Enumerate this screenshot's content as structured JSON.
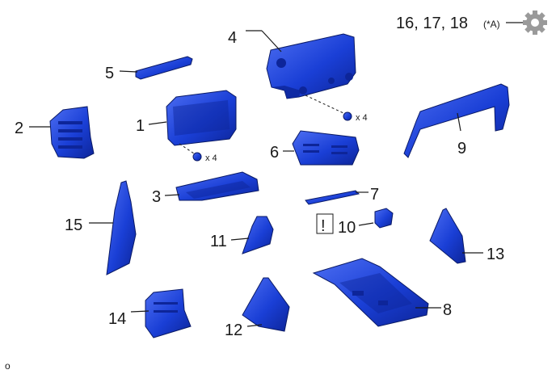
{
  "header": {
    "option_numbers": "16, 17, 18",
    "option_marker": "(*A)"
  },
  "colors": {
    "part_fill": "#1a3fd6",
    "part_shade": "#0d2599",
    "part_highlight": "#4d6ef2",
    "leader_color": "#1a1a1a",
    "gear_color": "#9a9a9a"
  },
  "callouts": {
    "p1": "1",
    "p2": "2",
    "p3": "3",
    "p4": "4",
    "p5": "5",
    "p6": "6",
    "p7": "7",
    "p8": "8",
    "p9": "9",
    "p10": "10",
    "p11": "11",
    "p12": "12",
    "p13": "13",
    "p14": "14",
    "p15": "15"
  },
  "screw_qty": {
    "a": "x 4",
    "b": "x 4"
  },
  "notice_mark": "!",
  "footer_code": "o",
  "icons": {
    "options": "gear-icon",
    "notice": "exclamation-box-icon",
    "screw": "screw-icon"
  }
}
